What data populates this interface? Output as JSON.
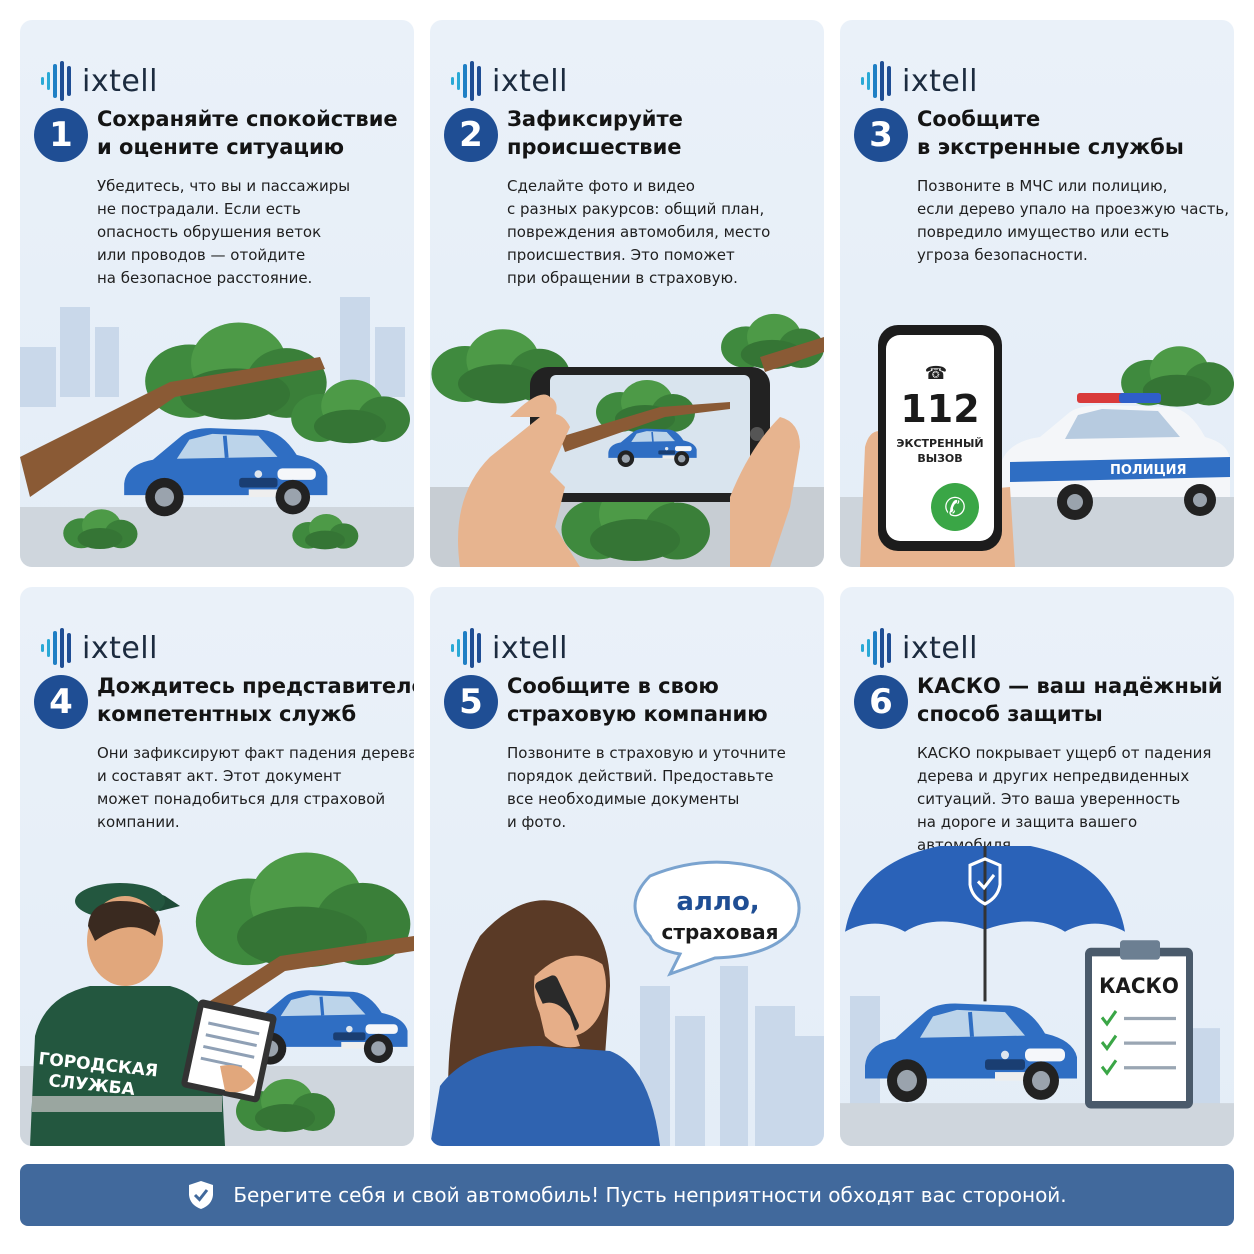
{
  "brand": {
    "name": "ixtell",
    "color": "#1f4e94"
  },
  "cards": [
    {
      "number": "1",
      "title": [
        "Сохраняйте спокойствие",
        "и оцените ситуацию"
      ],
      "description": [
        "Убедитесь, что вы и пассажиры",
        "не пострадали. Если есть",
        "опасность обрушения веток",
        "или проводов — отойдите",
        "на безопасное расстояние."
      ],
      "illustration": "fallen-tree-on-car"
    },
    {
      "number": "2",
      "title": [
        "Зафиксируйте",
        "происшествие"
      ],
      "description": [
        "Сделайте фото и видео",
        "с разных ракурсов: общий план,",
        "повреждения автомобиля, место",
        "происшествия. Это поможет",
        "при обращении в страховую."
      ],
      "illustration": "smartphone-photo"
    },
    {
      "number": "3",
      "title": [
        "Сообщите",
        "в экстренные службы"
      ],
      "description": [
        "Позвоните в МЧС или полицию,",
        "если дерево упало на проезжую часть,",
        "повредило имущество или есть",
        "угроза безопасности."
      ],
      "illustration": "emergency-call",
      "phone_number": "112",
      "phone_label_1": "ЭКСТРЕННЫЙ",
      "phone_label_2": "ВЫЗОВ",
      "police_label": "ПОЛИЦИЯ"
    },
    {
      "number": "4",
      "title": [
        "Дождитесь представителей",
        "компетентных служб"
      ],
      "description": [
        "Они зафиксируют факт падения дерева",
        "и составят акт. Этот документ",
        "может понадобиться для страховой",
        "компании."
      ],
      "illustration": "city-service-worker",
      "jacket_label_1": "ГОРОДСКАЯ",
      "jacket_label_2": "СЛУЖБА"
    },
    {
      "number": "5",
      "title": [
        "Сообщите в свою",
        "страховую компанию"
      ],
      "description": [
        "Позвоните в страховую и уточните",
        "порядок действий. Предоставьте",
        "все необходимые документы",
        "и фото."
      ],
      "illustration": "woman-on-phone",
      "speech_1": "алло,",
      "speech_2": "страховая"
    },
    {
      "number": "6",
      "title": [
        "КАСКО — ваш надёжный",
        "способ защиты"
      ],
      "description": [
        "КАСКО покрывает ущерб от падения",
        "дерева и других непредвиденных",
        "ситуаций. Это ваша уверенность",
        "на дороге и защита вашего",
        "автомобиля."
      ],
      "illustration": "umbrella-car-kasko",
      "clipboard_label": "КАСКО"
    }
  ],
  "banner": {
    "text": "Берегите себя и свой автомобиль! Пусть неприятности обходят вас стороной."
  },
  "colors": {
    "accent": "#1f4e94",
    "banner": "#41699c",
    "car": "#2f6ec3",
    "tree": "#3f8a3e",
    "card_bg": "#e7eef8"
  }
}
